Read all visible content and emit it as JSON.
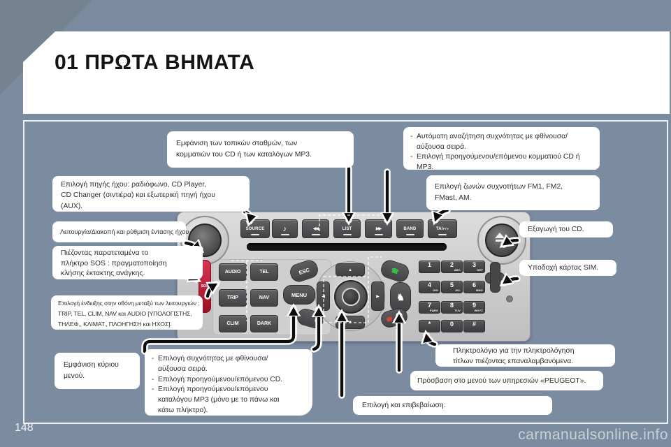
{
  "page": {
    "title": "01 ΠΡΩΤΑ ΒΗΜΑΤΑ",
    "page_number": "148",
    "watermark": "carmanualsonline.info"
  },
  "bullet": "-",
  "colors": {
    "background": "#7b8ca1",
    "callout_bg": "#ffffff",
    "radio_body": "#c8c8c8",
    "button_dark": "#4c4c4e",
    "sos_red": "#c02036",
    "phone_green": "#2e9e3e",
    "phone_red": "#c23b2e"
  },
  "callouts": {
    "list_display": {
      "lines": [
        "Εμφάνιση των τοπικών σταθμών, των",
        "κομματιών του CD ή των καταλόγων MP3."
      ]
    },
    "auto_search": {
      "lines": [
        "Αυτόματη αναζήτηση συχνότητας με φθίνουσα/",
        "αύξουσα σειρά.",
        "Επιλογή προηγούμενου/επόμενου κομματιού CD ή",
        "MP3."
      ]
    },
    "band_select": {
      "lines": [
        "Επιλογή ζωνών συχνοτήτων FM1, FM2,",
        "FMast, AM."
      ]
    },
    "source_select": {
      "lines": [
        "Επιλογή πηγής ήχου: ραδιόφωνο, CD Player,",
        "CD Changer (σιντιέρα) και εξωτερική πηγή ήχου",
        "(AUX)."
      ]
    },
    "volume": {
      "lines": [
        "Λειτουργία/Διακοπή και ρύθμιση έντασης ήχου."
      ]
    },
    "sos": {
      "lines": [
        "Πιέζοντας παρατεταμένα το",
        "πλήκτρο SOS : πραγματοποίηση",
        "κλήσης έκτακτης ανάγκης."
      ]
    },
    "display_modes": {
      "lines": [
        "Επιλογή ένδειξης στην οθόνη μεταξύ των λειτουργιών :",
        "TRIP, TEL, CLIM, NAV και AUDIO [ΥΠΟΛΟΓΙΣΤΗΣ,",
        "ΤΗΛΕΦ., ΚΛΙΜΑΤ., ΠΛΟΗΓΗΣΗ και ΗΧΟΣ]."
      ]
    },
    "main_menu": {
      "lines": [
        "Εμφάνιση κύριου",
        "μενού."
      ]
    },
    "freq_select": {
      "lines": [
        "Επιλογή συχνότητας με φθίνουσα/",
        "αύξουσα σειρά.",
        "Επιλογή προηγούμενου/επόμενου CD.",
        "Επιλογή προηγούμενου/επόμενου",
        "καταλόγου MP3 (μόνο με το πάνω και",
        "κάτω πλήκτρο)."
      ]
    },
    "eject": {
      "lines": [
        "Εξαγωγή του CD."
      ]
    },
    "sim": {
      "lines": [
        "Υποδοχή κάρτας SIM."
      ]
    },
    "keypad": {
      "lines": [
        "Πληκτρολόγιο για την πληκτρολόγηση",
        "τίτλων πιέζοντας επαναλαμβανόμενα."
      ]
    },
    "peugeot_menu": {
      "lines": [
        "Πρόσβαση στο μενού των υπηρεσιών «PEUGEOT»."
      ]
    },
    "confirm": {
      "lines": [
        "Επιλογή και επιβεβαίωση."
      ]
    }
  },
  "radio": {
    "top_buttons": {
      "source": "SOURCE",
      "list": "LIST",
      "band": "BAND",
      "ta": "TA/",
      "pty": "PTY"
    },
    "icons": {
      "music_note": "♪",
      "rewind": "◀◀",
      "fast_forward": "▶▶",
      "up": "▲",
      "down": "▼",
      "left": "◀",
      "right": "▶",
      "phone_pickup": "☎",
      "phone_hangup": "☎",
      "lion": "♞"
    },
    "side_buttons": {
      "audio": "AUDIO",
      "tel": "TEL",
      "trip": "TRIP",
      "nav": "NAV",
      "clim": "CLIM",
      "dark": "DARK"
    },
    "center_buttons": {
      "esc": "ESC",
      "menu": "MENU",
      "c": "C"
    },
    "sos": "SOS",
    "keypad": [
      {
        "d": "1",
        "l": ""
      },
      {
        "d": "2",
        "l": "ABC"
      },
      {
        "d": "3",
        "l": "DEF"
      },
      {
        "d": "4",
        "l": "GHI"
      },
      {
        "d": "5",
        "l": "JKL"
      },
      {
        "d": "6",
        "l": "MNO"
      },
      {
        "d": "7",
        "l": "PQRS"
      },
      {
        "d": "8",
        "l": "TUV"
      },
      {
        "d": "9",
        "l": "WXYZ"
      },
      {
        "d": "*",
        "l": ""
      },
      {
        "d": "0",
        "l": ""
      },
      {
        "d": "#",
        "l": ""
      }
    ]
  }
}
